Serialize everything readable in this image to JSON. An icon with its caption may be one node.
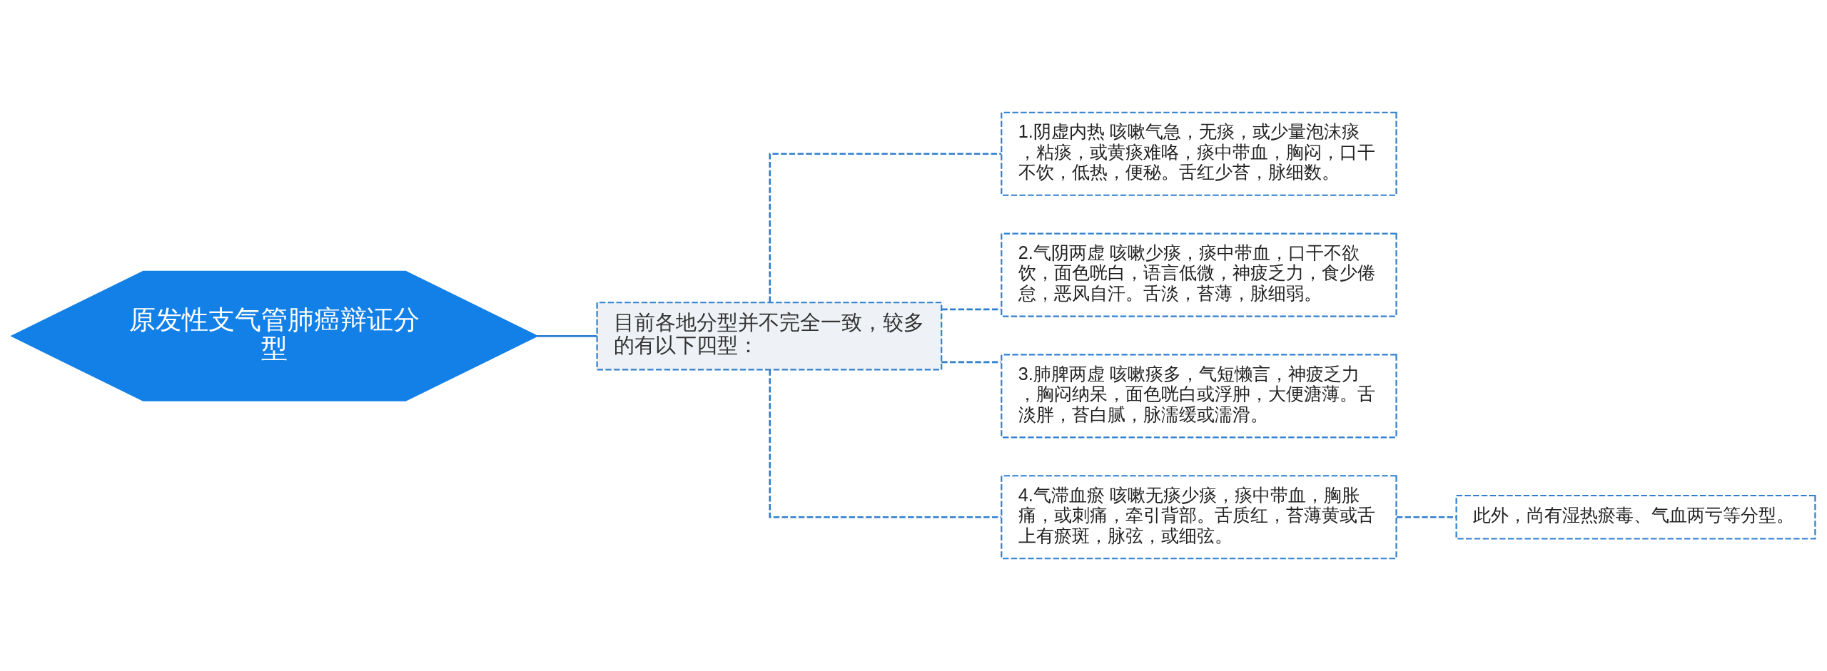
{
  "diagram": {
    "nodes": [
      {
        "text": [
          "原发性支气管肺癌辩证分型"
        ]
      },
      {
        "text": [
          "目前各地分型并不完全一致，较多的有以下四型："
        ]
      },
      {
        "text": [
          "1.阴虚内热 咳嗽气急，无痰，或少量泡沫痰，粘痰，或黄痰难咯，痰中带血，胸闷，口干不饮，低热，便秘。舌红少苔，脉细数。"
        ]
      },
      {
        "text": [
          "2.气阴两虚 咳嗽少痰，痰中带血，口干不欲饮，面色咣白，语言低微，神疲乏力，食少倦怠，恶风自汗。舌淡，苔薄，脉细弱。"
        ]
      },
      {
        "text": [
          "3.肺脾两虚 咳嗽痰多，气短懒言，神疲乏力，胸闷纳呆，面色咣白或浮肿，大便溏薄。舌淡胖，苔白腻，脉濡缓或濡滑。"
        ]
      },
      {
        "text": [
          "4.气滞血瘀 咳嗽无痰少痰，痰中带血，胸胀痛，或刺痛，牵引背部。舌质红，苔薄黄或舌上有瘀斑，脉弦，或细弦。"
        ]
      },
      {
        "text": [
          "此外，尚有湿热瘀毒、气血两亏等分型。"
        ]
      }
    ],
    "edges": [
      {
        "from": 0,
        "to": 1,
        "arrow": "none"
      },
      {
        "from": 1,
        "to": 2,
        "arrow": "none",
        "style": "dashed"
      },
      {
        "from": 1,
        "to": 3,
        "arrow": "none",
        "style": "dashed"
      },
      {
        "from": 1,
        "to": 4,
        "arrow": "none",
        "style": "dashed"
      },
      {
        "from": 1,
        "to": 5,
        "arrow": "none",
        "style": "dashed"
      },
      {
        "from": 5,
        "to": 6,
        "arrow": "none",
        "style": "dashed"
      }
    ]
  }
}
